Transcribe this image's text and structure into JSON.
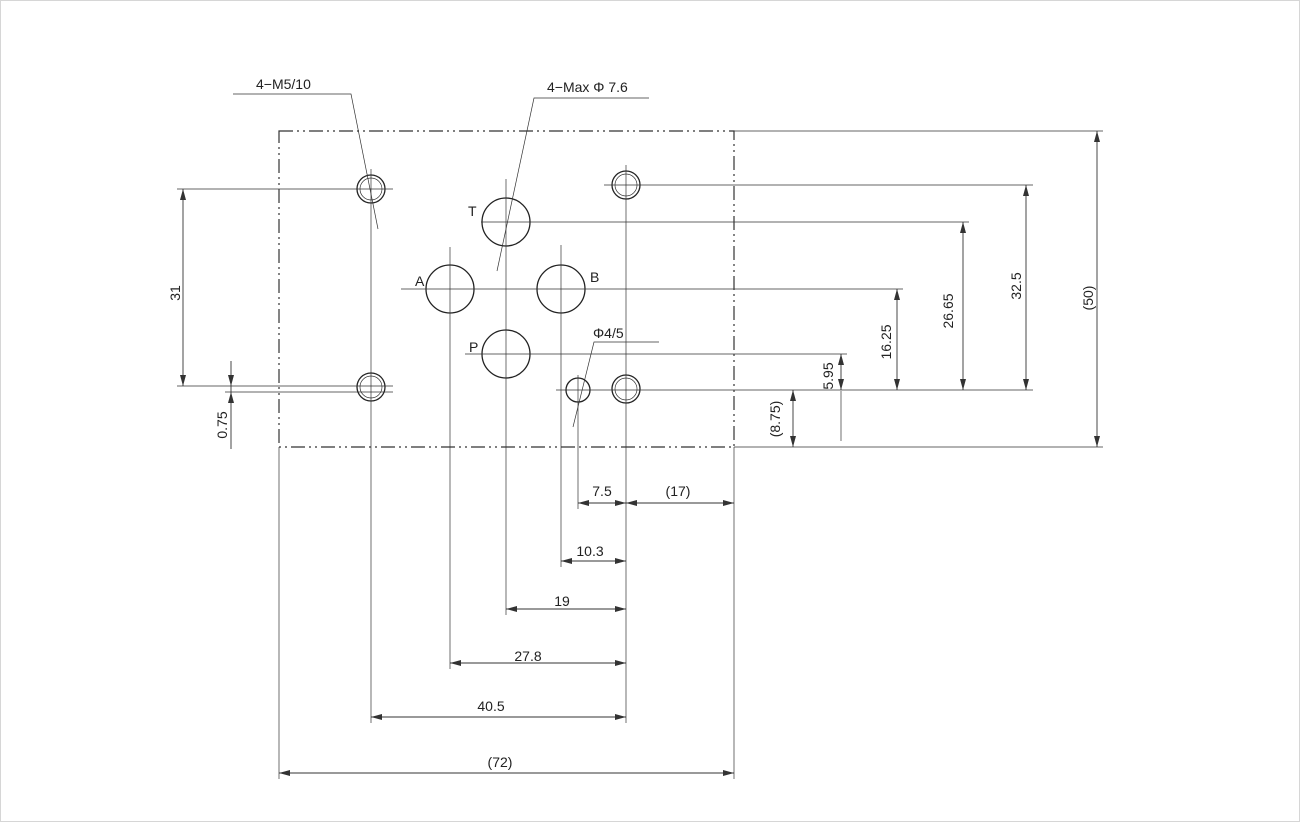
{
  "callouts": {
    "thread": "4−M5/10",
    "max_port": "4−Max Φ 7.6",
    "pin": "Φ4/5"
  },
  "ports": {
    "t": "T",
    "a": "A",
    "b": "B",
    "p": "P"
  },
  "dims": {
    "d_31": "31",
    "d_0_75": "0.75",
    "d_8_75": "(8.75)",
    "d_5_95": "5.95",
    "d_16_25": "16.25",
    "d_26_65": "26.65",
    "d_32_5": "32.5",
    "d_50": "(50)",
    "d_7_5": "7.5",
    "d_17": "(17)",
    "d_10_3": "10.3",
    "d_19": "19",
    "d_27_8": "27.8",
    "d_40_5": "40.5",
    "d_72": "(72)"
  },
  "colors": {
    "line": "#333333",
    "frame_border": "#d6d6d6",
    "background": "#ffffff"
  }
}
